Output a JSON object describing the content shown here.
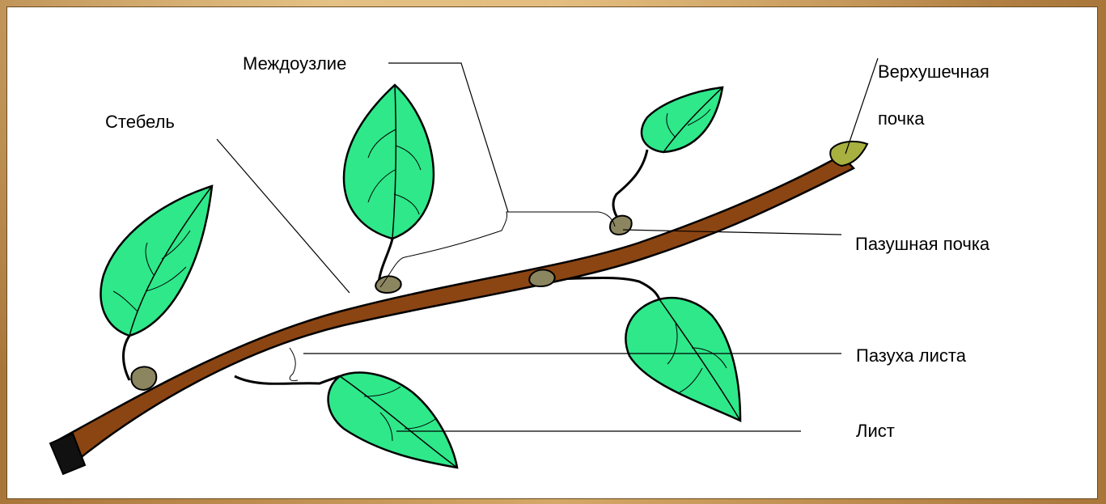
{
  "labels": {
    "internode": "Междоузлие",
    "stem": "Стебель",
    "apical_bud_line1": "Верхушечная",
    "apical_bud_line2": "почка",
    "axillary_bud": "Пазушная почка",
    "leaf_axil": "Пазуха листа",
    "leaf": "Лист"
  },
  "colors": {
    "stem": "#8b4513",
    "leaf": "#2ee88a",
    "bud": "#8c8660",
    "apical_bud": "#a8b040",
    "frame": "#c08a48"
  }
}
